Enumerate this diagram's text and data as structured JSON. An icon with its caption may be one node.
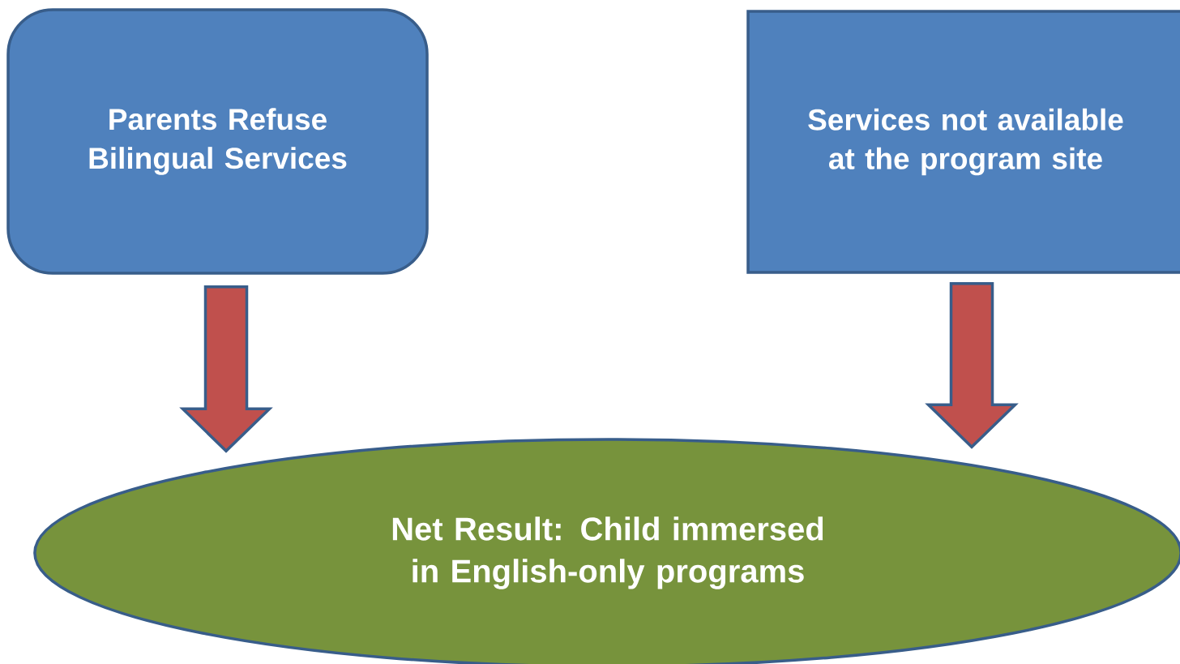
{
  "diagram": {
    "nodes": [
      {
        "text": [
          "Parents Refuse Bilingual Services"
        ]
      },
      {
        "text": [
          "Services not available at the program site"
        ]
      },
      {
        "text": [
          "Net Result: Child immersed in English-only programs"
        ]
      }
    ],
    "edges": [
      {
        "from": 0,
        "to": 2,
        "arrow": "to"
      },
      {
        "from": 1,
        "to": 2,
        "arrow": "to"
      }
    ]
  }
}
